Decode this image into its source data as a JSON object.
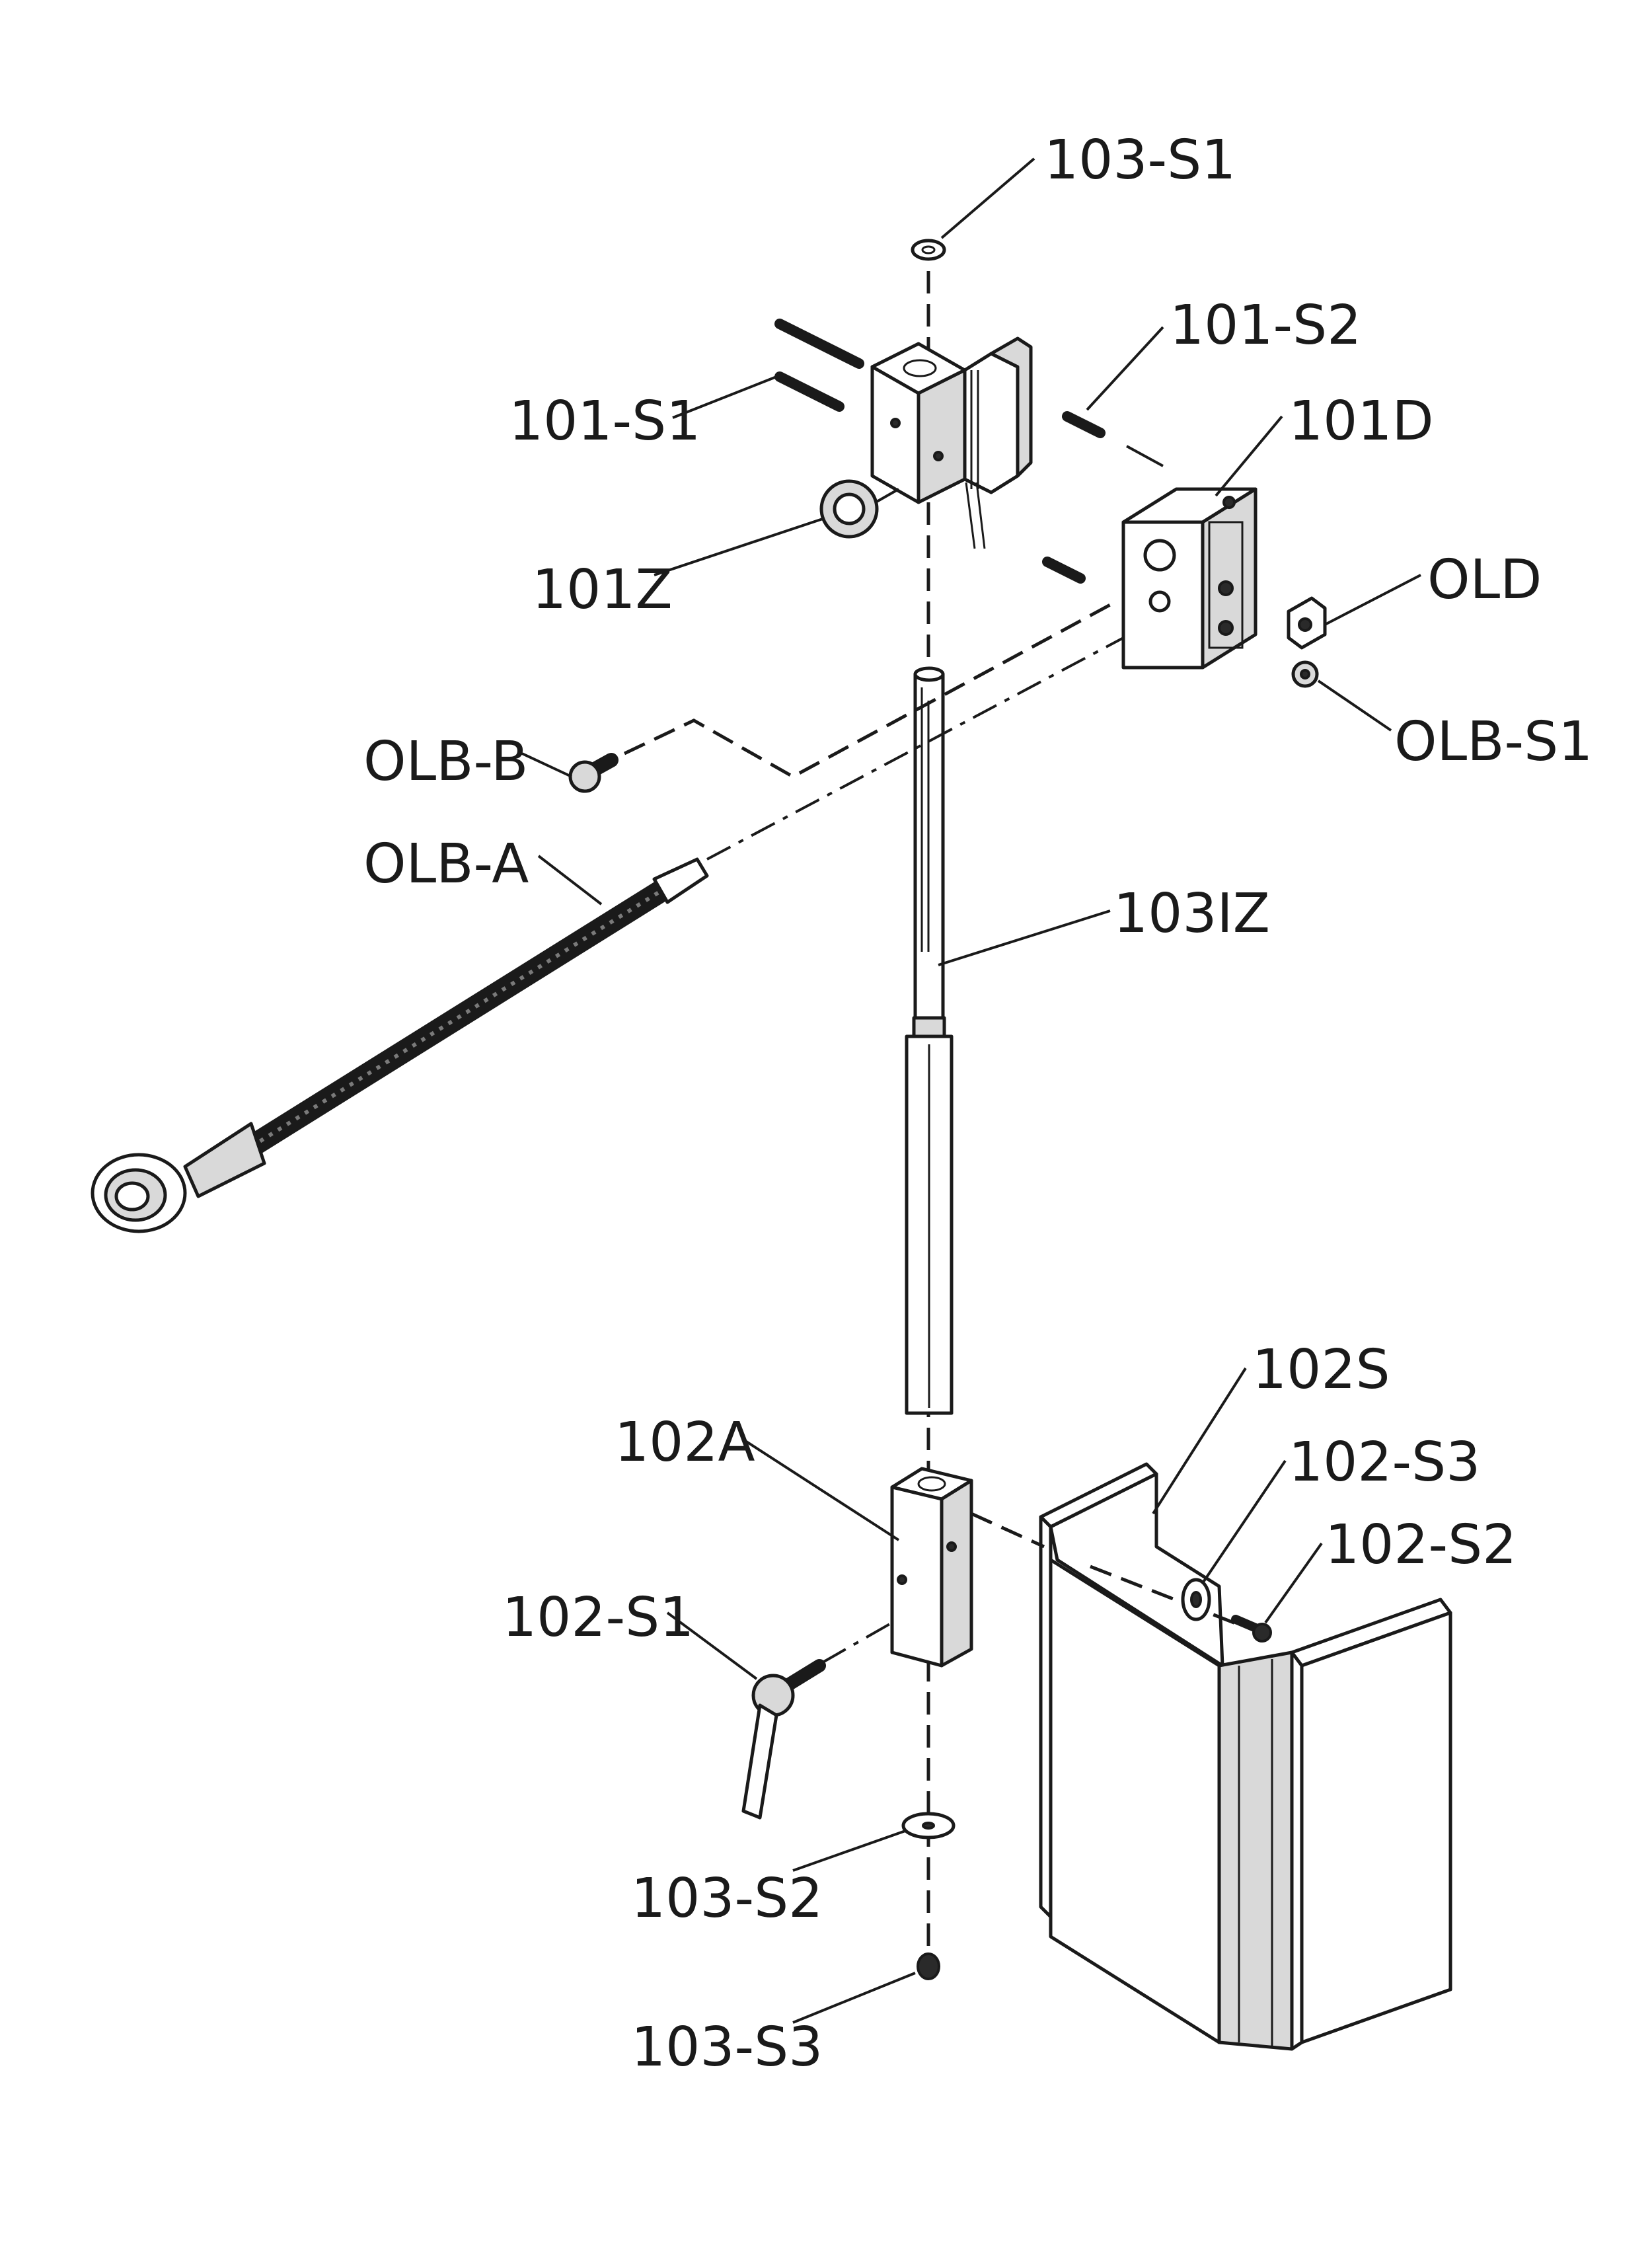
{
  "callouts": [
    {
      "id": "103-S1",
      "text": "103-S1"
    },
    {
      "id": "101-S2",
      "text": "101-S2"
    },
    {
      "id": "101-S1",
      "text": "101-S1"
    },
    {
      "id": "101D",
      "text": "101D"
    },
    {
      "id": "101Z",
      "text": "101Z"
    },
    {
      "id": "OLD",
      "text": "OLD"
    },
    {
      "id": "OLB-S1",
      "text": "OLB-S1"
    },
    {
      "id": "OLB-B",
      "text": "OLB-B"
    },
    {
      "id": "OLB-A",
      "text": "OLB-A"
    },
    {
      "id": "103IZ",
      "text": "103IZ"
    },
    {
      "id": "102S",
      "text": "102S"
    },
    {
      "id": "102-S3",
      "text": "102-S3"
    },
    {
      "id": "102A",
      "text": "102A"
    },
    {
      "id": "102-S2",
      "text": "102-S2"
    },
    {
      "id": "102-S1",
      "text": "102-S1"
    },
    {
      "id": "103-S2",
      "text": "103-S2"
    },
    {
      "id": "103-S3",
      "text": "103-S3"
    }
  ]
}
